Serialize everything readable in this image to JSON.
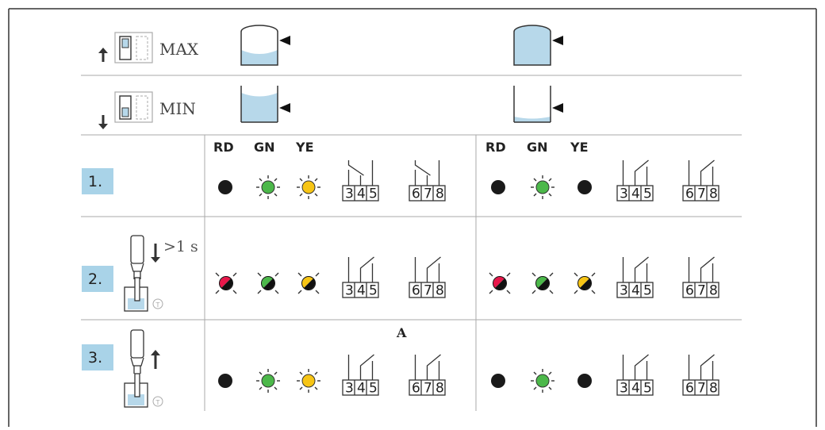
{
  "modes": {
    "max": "MAX",
    "min": "MIN"
  },
  "steps": [
    "1.",
    "2.",
    "3."
  ],
  "led_headers": [
    "RD",
    "GN",
    "YE"
  ],
  "time_label": ">1 s",
  "annotation": "A",
  "test_button_symbol": "T",
  "terminals": {
    "group1": [
      "3",
      "4",
      "5"
    ],
    "group2": [
      "6",
      "7",
      "8"
    ]
  },
  "colors": {
    "step_box": "#a9d3e8",
    "liquid": "#b7d8ea",
    "red": "#e8174a",
    "green": "#4cb84a",
    "yellow": "#f7c515",
    "off": "#1a1a1a",
    "frame": "#333333"
  },
  "led_states": {
    "row1": {
      "left": [
        "off",
        "green-lit",
        "yellow-lit"
      ],
      "right": [
        "off",
        "green-lit",
        "off"
      ]
    },
    "row2": {
      "left": [
        "red-blink",
        "green-blink",
        "yellow-blink"
      ],
      "right": [
        "red-blink",
        "green-blink",
        "yellow-blink"
      ]
    },
    "row3": {
      "left": [
        "off",
        "green-lit",
        "yellow-lit"
      ],
      "right": [
        "off",
        "green-lit",
        "off"
      ]
    }
  }
}
